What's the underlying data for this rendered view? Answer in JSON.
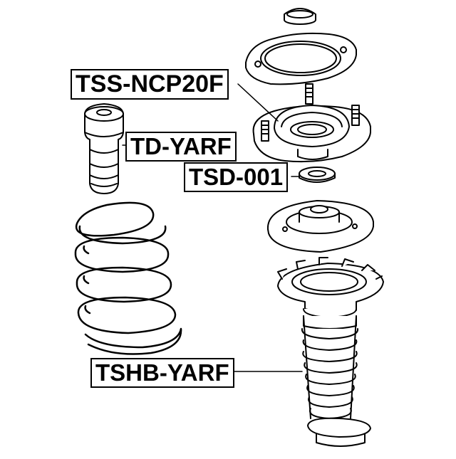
{
  "diagram": {
    "labels": {
      "strut_mount": "TSS-NCP20F",
      "bump_stop": "TD-YARF",
      "bearing": "TSD-001",
      "dust_boot": "TSHB-YARF"
    },
    "colors": {
      "line": "#000000",
      "background": "#ffffff"
    }
  }
}
